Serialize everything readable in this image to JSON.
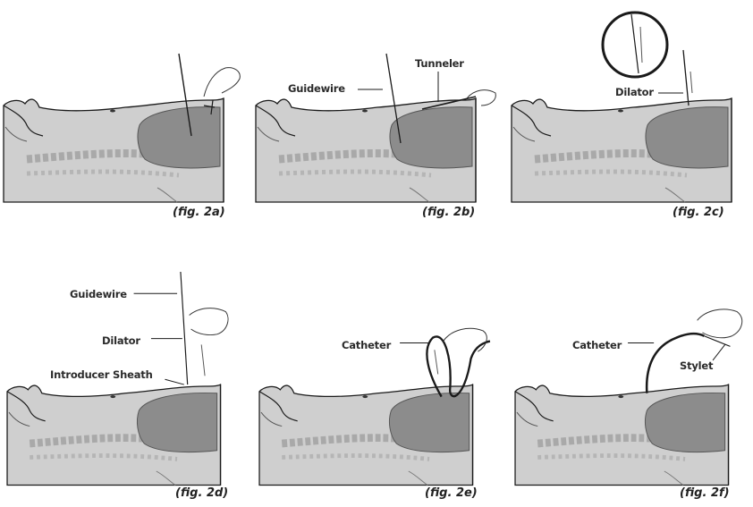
{
  "figures": [
    {
      "caption": "(fig. 2a)",
      "labels": []
    },
    {
      "caption": "(fig. 2b)",
      "labels": [
        "Guidewire",
        "Tunneler"
      ]
    },
    {
      "caption": "(fig. 2c)",
      "labels": [
        "Dilator"
      ]
    },
    {
      "caption": "(fig. 2d)",
      "labels": [
        "Guidewire",
        "Dilator",
        "Introducer Sheath"
      ]
    },
    {
      "caption": "(fig. 2e)",
      "labels": [
        "Catheter"
      ]
    },
    {
      "caption": "(fig. 2f)",
      "labels": [
        "Catheter",
        "Stylet"
      ]
    }
  ],
  "colors": {
    "body_fill": "#cfcfcf",
    "organ_fill": "#8c8c8c",
    "spine": "#a9a9a9",
    "outline": "#1a1a1a"
  }
}
